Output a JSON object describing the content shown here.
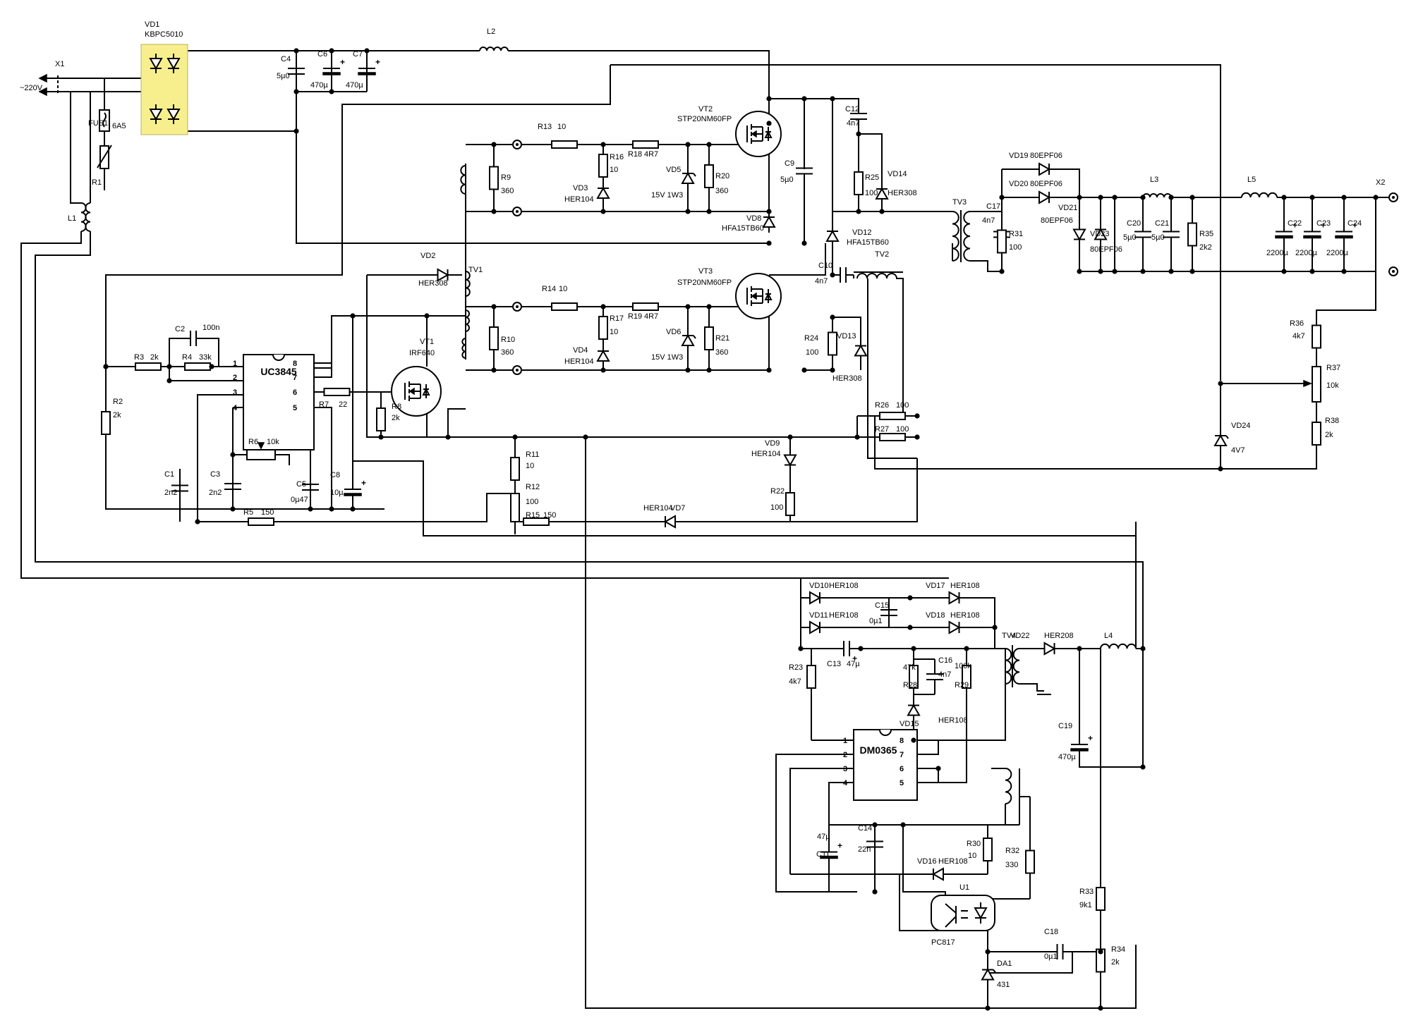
{
  "diagram": {
    "components": {
      "X1": {
        "ref": "X1",
        "value": "~220V"
      },
      "X2": {
        "ref": "X2",
        "value": ""
      },
      "VD1": {
        "ref": "VD1",
        "value": "KBPC5010"
      },
      "FUS1": {
        "ref": "FUS1",
        "value": "6A5"
      },
      "R1": {
        "ref": "R1",
        "value": ""
      },
      "L1": {
        "ref": "L1",
        "value": ""
      },
      "L2": {
        "ref": "L2",
        "value": ""
      },
      "L3": {
        "ref": "L3",
        "value": ""
      },
      "L4": {
        "ref": "L4",
        "value": ""
      },
      "L5": {
        "ref": "L5",
        "value": ""
      },
      "C1": {
        "ref": "C1",
        "value": "2n2"
      },
      "C2": {
        "ref": "C2",
        "value": "100n"
      },
      "C3": {
        "ref": "C3",
        "value": "2n2"
      },
      "C4": {
        "ref": "C4",
        "value": "5µ0"
      },
      "C5": {
        "ref": "C5",
        "value": "0µ47"
      },
      "C6": {
        "ref": "C6",
        "value": "470µ"
      },
      "C7": {
        "ref": "C7",
        "value": "470µ"
      },
      "C8": {
        "ref": "C8",
        "value": "10µ"
      },
      "C9": {
        "ref": "C9",
        "value": "5µ0"
      },
      "C10": {
        "ref": "C10",
        "value": "4n7"
      },
      "C11": {
        "ref": "C11",
        "value": "47µ"
      },
      "C12": {
        "ref": "C12",
        "value": "4n7"
      },
      "C13": {
        "ref": "C13",
        "value": "47µ"
      },
      "C14": {
        "ref": "C14",
        "value": "22n"
      },
      "C15": {
        "ref": "C15",
        "value": "0µ1"
      },
      "C16": {
        "ref": "C16",
        "value": "4n7"
      },
      "C17": {
        "ref": "C17",
        "value": "4n7"
      },
      "C18": {
        "ref": "C18",
        "value": "0µ1"
      },
      "C19": {
        "ref": "C19",
        "value": "470µ"
      },
      "C20": {
        "ref": "C20",
        "value": "5µ0"
      },
      "C21": {
        "ref": "C21",
        "value": "5µ0"
      },
      "C22": {
        "ref": "C22",
        "value": "2200µ"
      },
      "C23": {
        "ref": "C23",
        "value": "2200µ"
      },
      "C24": {
        "ref": "C24",
        "value": "2200µ"
      },
      "R2": {
        "ref": "R2",
        "value": "2k"
      },
      "R3": {
        "ref": "R3",
        "value": "2k"
      },
      "R4": {
        "ref": "R4",
        "value": "33k"
      },
      "R5": {
        "ref": "R5",
        "value": "150"
      },
      "R6": {
        "ref": "R6",
        "value": "10k"
      },
      "R7": {
        "ref": "R7",
        "value": "22"
      },
      "R8": {
        "ref": "R8",
        "value": "2k"
      },
      "R9": {
        "ref": "R9",
        "value": "360"
      },
      "R10": {
        "ref": "R10",
        "value": "360"
      },
      "R11": {
        "ref": "R11",
        "value": "10"
      },
      "R12": {
        "ref": "R12",
        "value": "100"
      },
      "R13": {
        "ref": "R13",
        "value": "10"
      },
      "R14": {
        "ref": "R14",
        "value": "10"
      },
      "R15": {
        "ref": "R15",
        "value": "150"
      },
      "R16": {
        "ref": "R16",
        "value": "10"
      },
      "R17": {
        "ref": "R17",
        "value": "10"
      },
      "R18": {
        "ref": "R18",
        "value": "4R7"
      },
      "R19": {
        "ref": "R19",
        "value": "4R7"
      },
      "R20": {
        "ref": "R20",
        "value": "360"
      },
      "R21": {
        "ref": "R21",
        "value": "360"
      },
      "R22": {
        "ref": "R22",
        "value": "100"
      },
      "R23": {
        "ref": "R23",
        "value": "4k7"
      },
      "R24": {
        "ref": "R24",
        "value": "100"
      },
      "R25": {
        "ref": "R25",
        "value": "100"
      },
      "R26": {
        "ref": "R26",
        "value": "100"
      },
      "R27": {
        "ref": "R27",
        "value": "100"
      },
      "R28": {
        "ref": "R28",
        "value": "47k"
      },
      "R29": {
        "ref": "R29",
        "value": "100k"
      },
      "R30": {
        "ref": "R30",
        "value": "10"
      },
      "R31": {
        "ref": "R31",
        "value": "100"
      },
      "R32": {
        "ref": "R32",
        "value": "330"
      },
      "R33": {
        "ref": "R33",
        "value": "9k1"
      },
      "R34": {
        "ref": "R34",
        "value": "2k"
      },
      "R35": {
        "ref": "R35",
        "value": "2k2"
      },
      "R36": {
        "ref": "R36",
        "value": "4k7"
      },
      "R37": {
        "ref": "R37",
        "value": "10k"
      },
      "R38": {
        "ref": "R38",
        "value": "2k"
      },
      "VD2": {
        "ref": "VD2",
        "value": "HER308"
      },
      "VD3": {
        "ref": "VD3",
        "value": "HER104"
      },
      "VD4": {
        "ref": "VD4",
        "value": "HER104"
      },
      "VD5": {
        "ref": "VD5",
        "value": "15V 1W3"
      },
      "VD6": {
        "ref": "VD6",
        "value": "15V 1W3"
      },
      "VD7": {
        "ref": "VD7",
        "value": "HER104"
      },
      "VD8": {
        "ref": "VD8",
        "value": "HFA15TB60"
      },
      "VD9": {
        "ref": "VD9",
        "value": "HER104"
      },
      "VD10": {
        "ref": "VD10",
        "value": "HER108"
      },
      "VD11": {
        "ref": "VD11",
        "value": "HER108"
      },
      "VD12": {
        "ref": "VD12",
        "value": "HFA15TB60"
      },
      "VD13": {
        "ref": "VD13",
        "value": "HER308"
      },
      "VD14": {
        "ref": "VD14",
        "value": "HER308"
      },
      "VD15": {
        "ref": "VD15",
        "value": "HER108"
      },
      "VD16": {
        "ref": "VD16",
        "value": "HER108"
      },
      "VD17": {
        "ref": "VD17",
        "value": "HER108"
      },
      "VD18": {
        "ref": "VD18",
        "value": "HER108"
      },
      "VD19": {
        "ref": "VD19",
        "value": "80EPF06"
      },
      "VD20": {
        "ref": "VD20",
        "value": "80EPF06"
      },
      "VD21": {
        "ref": "VD21",
        "value": "80EPF06"
      },
      "VD22": {
        "ref": "VD22",
        "value": "HER208"
      },
      "VD23": {
        "ref": "VD23",
        "value": "80EPF06"
      },
      "VD24": {
        "ref": "VD24",
        "value": "4V7"
      },
      "VT1": {
        "ref": "VT1",
        "value": "IRF640"
      },
      "VT2": {
        "ref": "VT2",
        "value": "STP20NM60FP"
      },
      "VT3": {
        "ref": "VT3",
        "value": "STP20NM60FP"
      },
      "TV1": {
        "ref": "TV1",
        "value": ""
      },
      "TV2": {
        "ref": "TV2",
        "value": ""
      },
      "TV3": {
        "ref": "TV3",
        "value": ""
      },
      "TV4": {
        "ref": "TV4",
        "value": ""
      },
      "DA1": {
        "ref": "DA1",
        "value": "431"
      },
      "U1": {
        "ref": "U1",
        "value": "PC817"
      },
      "UC3845": {
        "ref": "UC3845",
        "value": ""
      },
      "DM0365": {
        "ref": "DM0365",
        "value": ""
      }
    },
    "ic_pins": {
      "uc_left": [
        "1",
        "2",
        "3",
        "4"
      ],
      "uc_right": [
        "8",
        "7",
        "6",
        "5"
      ],
      "dm_left": [
        "1",
        "2",
        "3",
        "4"
      ],
      "dm_right": [
        "8",
        "7",
        "6",
        "5"
      ]
    },
    "colors": {
      "line": "#000000",
      "bridge_highlight": "#f7ef8e"
    }
  }
}
